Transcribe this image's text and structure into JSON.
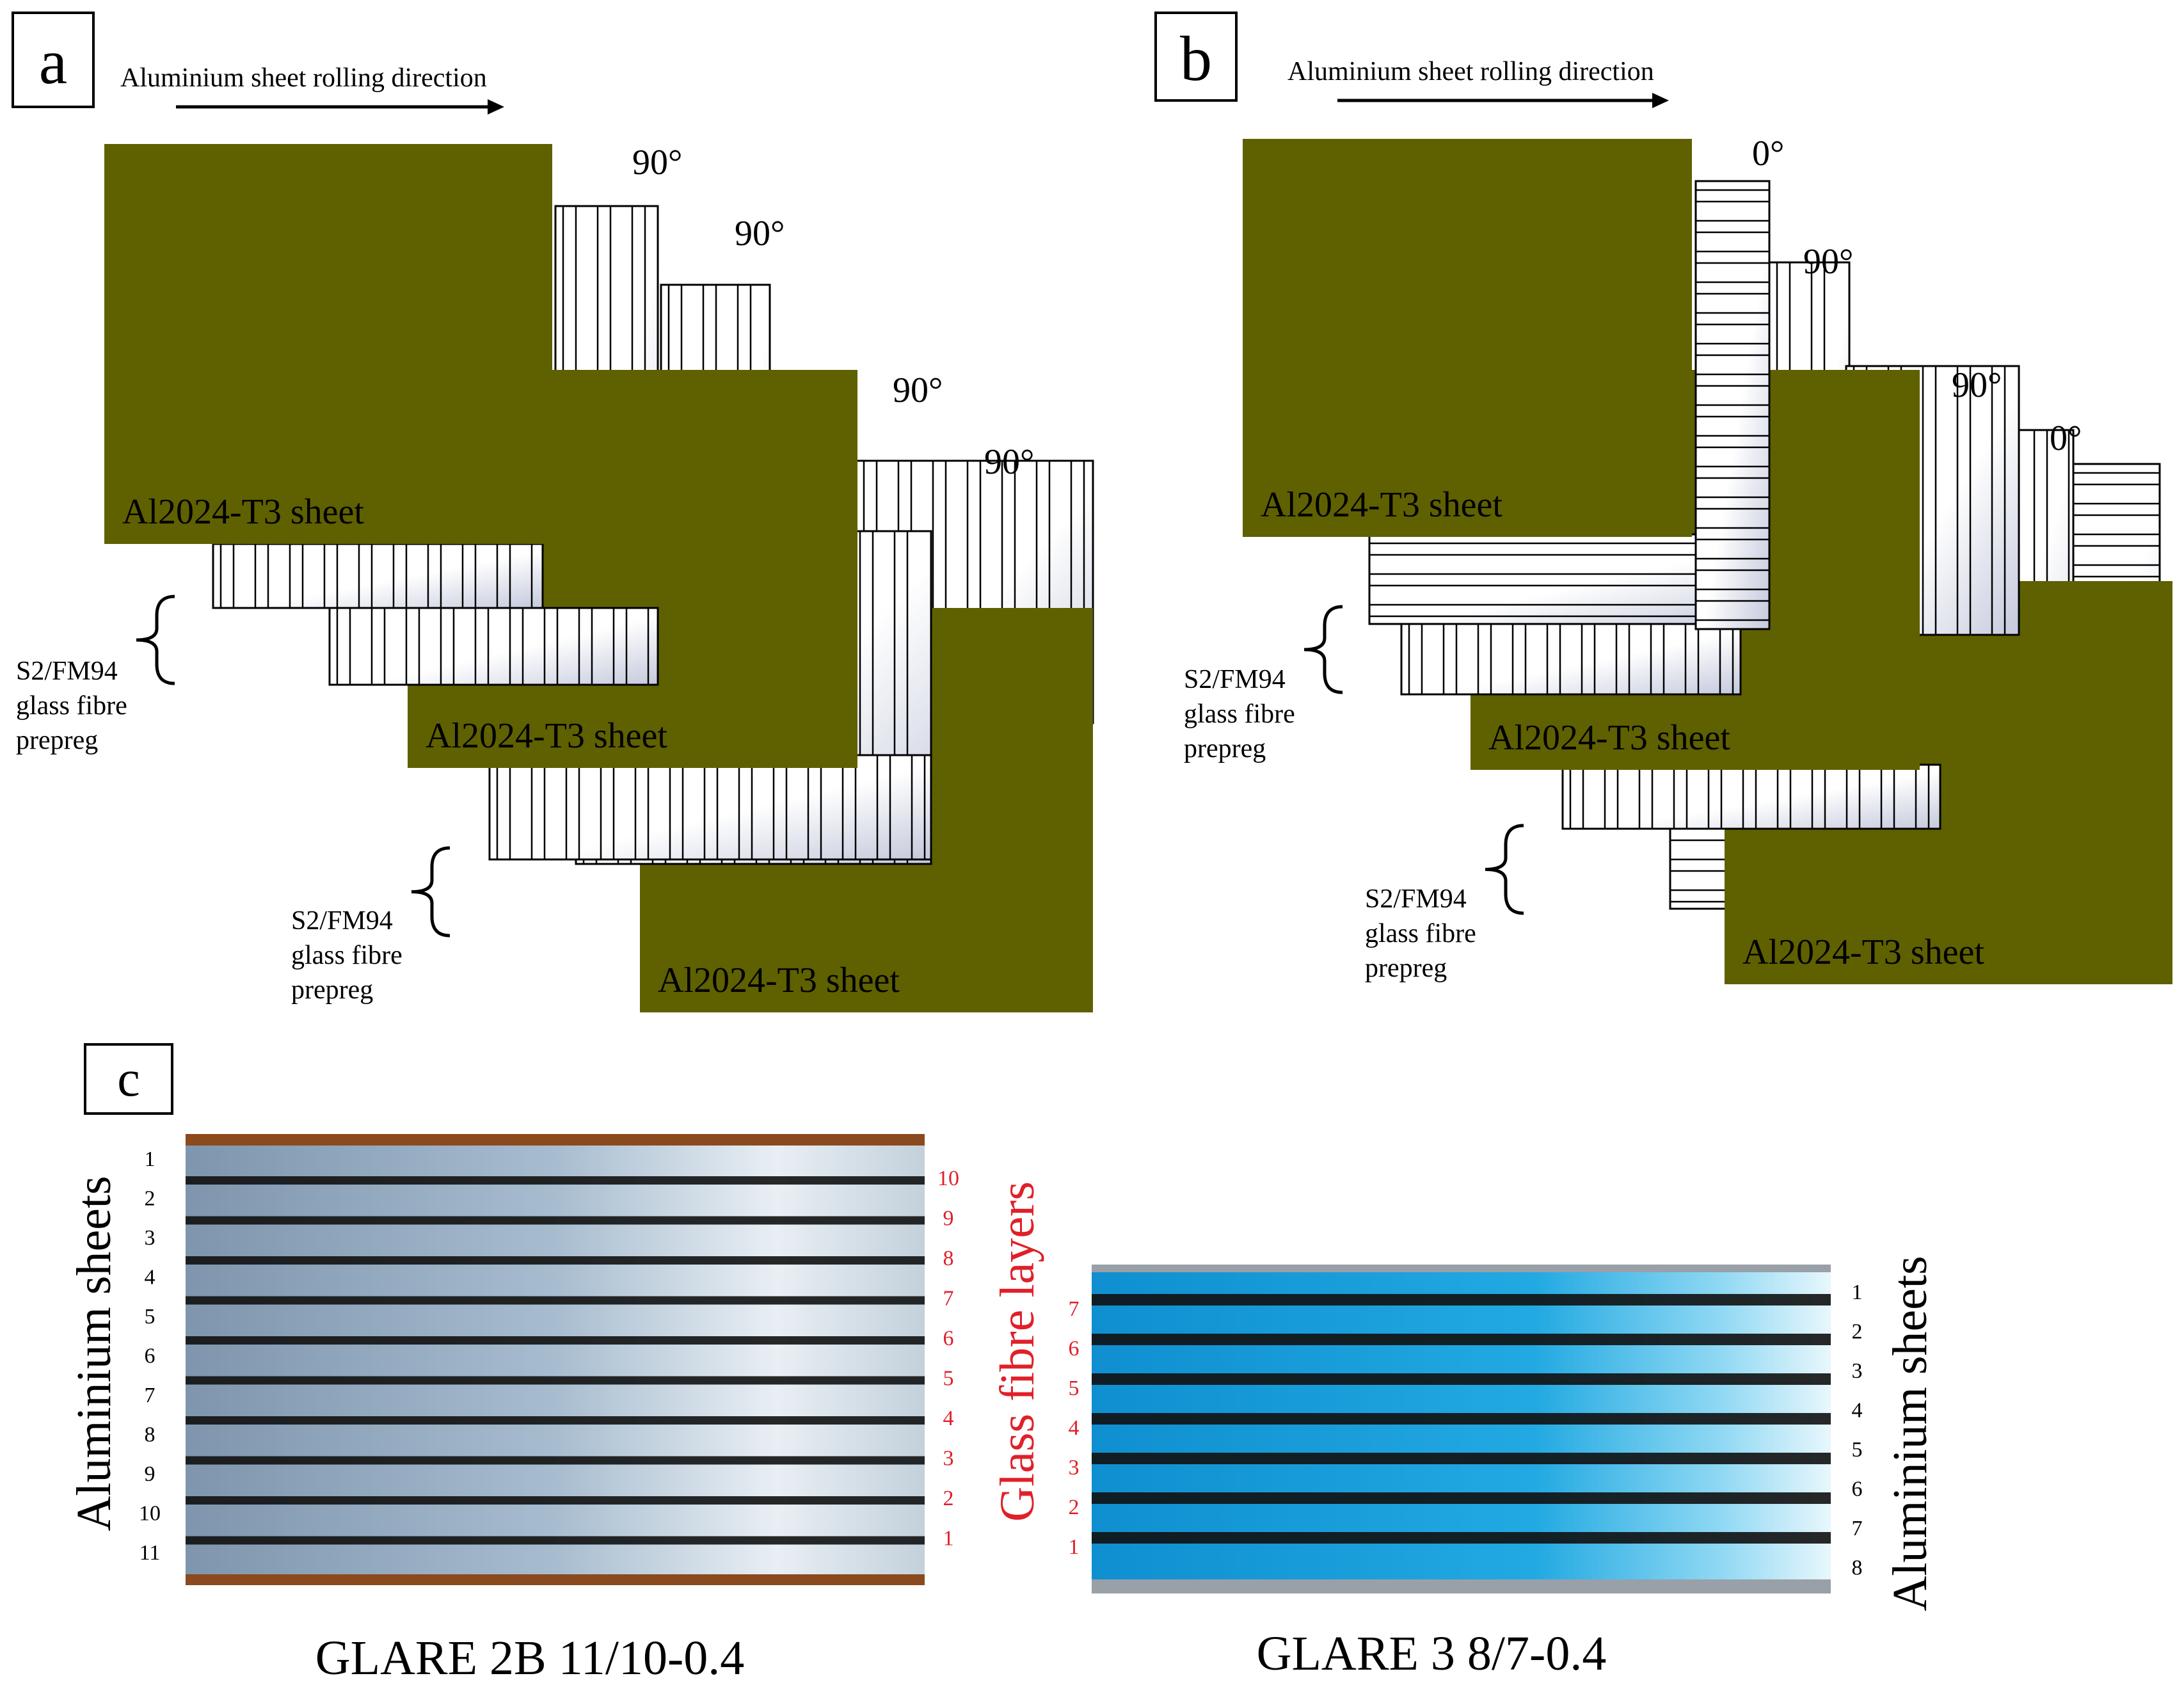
{
  "colors": {
    "aluminium": "#5f6000",
    "prepreg_light": "#ffffff",
    "prepreg_dark": "#c9cde0",
    "red_label": "#e0202a",
    "glare2_base": "#9fb3c8",
    "glare3_base": "#1aa0d8",
    "resin_line": "#111111"
  },
  "panel_a": {
    "label": "a",
    "rolling_direction": "Aluminium sheet rolling direction",
    "angles": [
      "90°",
      "90°",
      "90°",
      "90°"
    ],
    "sheets": [
      "Al2024-T3 sheet",
      "Al2024-T3 sheet",
      "Al2024-T3 sheet"
    ],
    "prepreg_labels": [
      "S2/FM94\nglass fibre\nprepreg",
      "S2/FM94\nglass fibre\nprepreg"
    ]
  },
  "panel_b": {
    "label": "b",
    "rolling_direction": "Aluminium sheet rolling direction",
    "angles": [
      "0°",
      "90°",
      "90°",
      "0°"
    ],
    "sheets": [
      "Al2024-T3 sheet",
      "Al2024-T3 sheet",
      "Al2024-T3 sheet"
    ],
    "prepreg_labels": [
      "S2/FM94\nglass fibre\nprepreg",
      "S2/FM94\nglass fibre\nprepreg"
    ]
  },
  "panel_c": {
    "label": "c",
    "left_axis_label": "Aluminium sheets",
    "middle_label": "Glass fibre layers",
    "right_axis_label": "Aluminium sheets",
    "glare2": {
      "caption": "GLARE 2B 11/10-0.4",
      "aluminium_numbers": [
        "1",
        "2",
        "3",
        "4",
        "5",
        "6",
        "7",
        "8",
        "9",
        "10",
        "11"
      ],
      "fibre_numbers": [
        "10",
        "9",
        "8",
        "7",
        "6",
        "5",
        "4",
        "3",
        "2",
        "1"
      ]
    },
    "glare3": {
      "caption": "GLARE 3 8/7-0.4",
      "aluminium_numbers": [
        "1",
        "2",
        "3",
        "4",
        "5",
        "6",
        "7",
        "8"
      ],
      "fibre_numbers": [
        "7",
        "6",
        "5",
        "4",
        "3",
        "2",
        "1"
      ]
    }
  }
}
